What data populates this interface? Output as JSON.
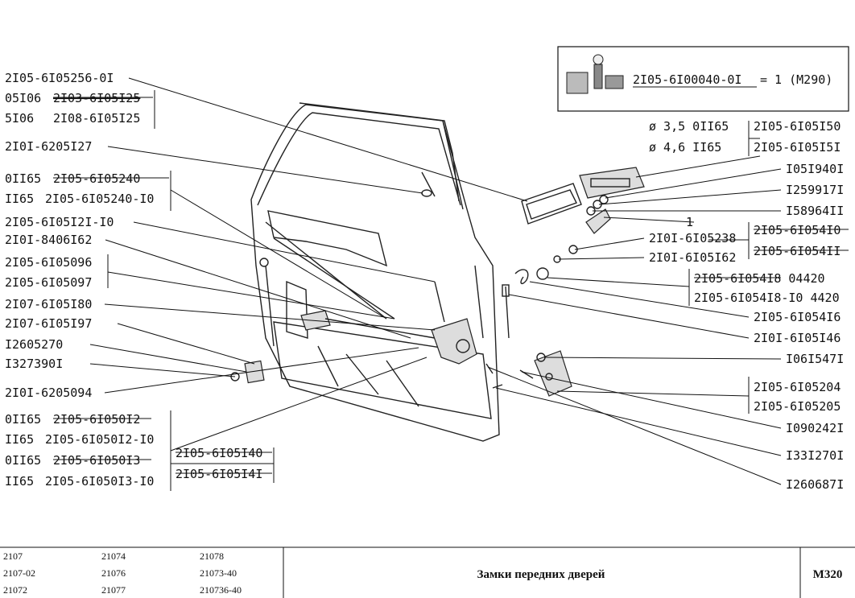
{
  "labels_left": [
    {
      "text": "2I05-6I05256-0I"
    },
    {
      "qty": "05I06",
      "text": "2I03-6I05I25",
      "struck": true
    },
    {
      "qty": "5I06",
      "text": "2I08-6I05I25"
    },
    {
      "text": "2I0I-6205I27"
    },
    {
      "qty": "0II65",
      "text": "2I05-6I05240",
      "struck": true
    },
    {
      "qty": "II65",
      "text": "2I05-6I05240-I0"
    },
    {
      "text": "2I05-6I05I2I-I0"
    },
    {
      "text": "2I0I-8406I62"
    },
    {
      "text": "2I05-6I05096"
    },
    {
      "text": "2I05-6I05097"
    },
    {
      "text": "2I07-6I05I80"
    },
    {
      "text": "2I07-6I05I97"
    },
    {
      "text": "I2605270"
    },
    {
      "text": "I327390I"
    },
    {
      "text": "2I0I-6205094"
    },
    {
      "qty": "0II65",
      "text": "2I05-6I050I2",
      "struck": true
    },
    {
      "qty": "II65",
      "text": "2I05-6I050I2-I0"
    },
    {
      "qty": "0II65",
      "text": "2I05-6I050I3",
      "struck": true
    },
    {
      "qty": "II65",
      "text": "2I05-6I050I3-I0"
    }
  ],
  "labels_mid": [
    {
      "text": "2I05-6I05I40",
      "struck": true
    },
    {
      "text": "2I05-6I05I4I",
      "struck": true
    },
    {
      "text": "2I0I-6I05238"
    },
    {
      "text": "2I0I-6I05I62"
    },
    {
      "text": "1"
    }
  ],
  "labels_right": [
    {
      "prefix": "ø 3,5 0II65",
      "text": "2I05-6I05I50"
    },
    {
      "prefix": "ø 4,6  II65",
      "text": "2I05-6I05I5I"
    },
    {
      "text": "I05I940I"
    },
    {
      "text": "I259917I"
    },
    {
      "text": "I58964II"
    },
    {
      "text": "2I05-6I054I0",
      "struck": true
    },
    {
      "text": "2I05-6I054II",
      "struck": true
    },
    {
      "text": "2I05-6I054I8 04420",
      "struck": true
    },
    {
      "text": "2I05-6I054I8-I0 4420"
    },
    {
      "text": "2I05-6I054I6"
    },
    {
      "text": "2I0I-6I05I46"
    },
    {
      "text": "I06I547I"
    },
    {
      "text": "2I05-6I05204"
    },
    {
      "text": "2I05-6I05205"
    },
    {
      "text": "I090242I"
    },
    {
      "text": "I33I270I"
    },
    {
      "text": "I260687I"
    }
  ],
  "kit_box": {
    "code": "2I05-6I00040-0I",
    "suffix": "= 1 (M290)"
  },
  "footer": {
    "models": [
      [
        "2107",
        "21074",
        "21078"
      ],
      [
        "2107-02",
        "21076",
        "21073-40"
      ],
      [
        "21072",
        "21077",
        "210736-40"
      ]
    ],
    "title": "Замки передних дверей",
    "code": "M320"
  },
  "colors": {
    "ink": "#111111",
    "paper": "#ffffff",
    "part_fill": "#dddddd"
  }
}
